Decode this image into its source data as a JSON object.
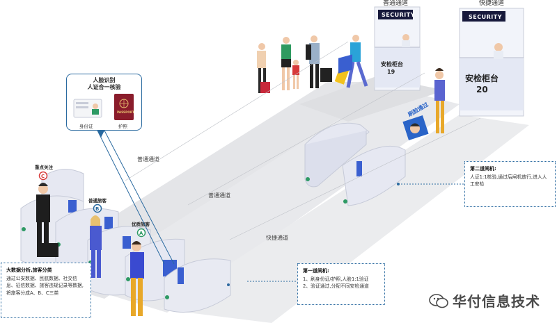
{
  "booths": {
    "left": {
      "lane": "普通通道",
      "sign": "SECURITY",
      "title": "安检柜台",
      "number": "19"
    },
    "right": {
      "lane": "快捷通道",
      "sign": "SECURITY",
      "title": "安检柜台",
      "number": "20"
    }
  },
  "lanes": [
    "普通通道",
    "普通通道",
    "快捷通道"
  ],
  "face_verify_sign": "刷脸通过",
  "face_card": {
    "title_line1": "人脸识别",
    "title_line2": "人证合一核验",
    "id_label": "身份证",
    "passport_label": "护照",
    "passport_text": "PASSPORT"
  },
  "tags": {
    "key_focus": {
      "label": "重点关注",
      "letter": "C"
    },
    "normal": {
      "label": "普通旅客",
      "letter": "B"
    },
    "premium": {
      "label": "优质旅客",
      "letter": "A"
    }
  },
  "bigdata": {
    "title": "大数据分析,旅客分类",
    "text": "通过公安数据、民航数据、社交信息、征信数据、旅客违规记录等数据,将旅客分成A、B、C三类"
  },
  "gate1": {
    "title": "第一道闸机:",
    "line1": "1、刷身份证/护照,人脸1:1验证",
    "line2": "2、验证通过,分配不同安检通道"
  },
  "gate2": {
    "title": "第二道闸机:",
    "text": "人证1:1核验,通过后闸机放行,进入人工安检"
  },
  "watermark": "华付信息技术",
  "colors": {
    "accent_blue": "#2a6aa0",
    "lane_gray": "#e2e3e6",
    "gate_body": "#e6e8f2",
    "screen_blue": "#3a5fd0",
    "green": "#2e9a64",
    "red": "#d83a3a",
    "passport_red": "#8a1c2b"
  }
}
